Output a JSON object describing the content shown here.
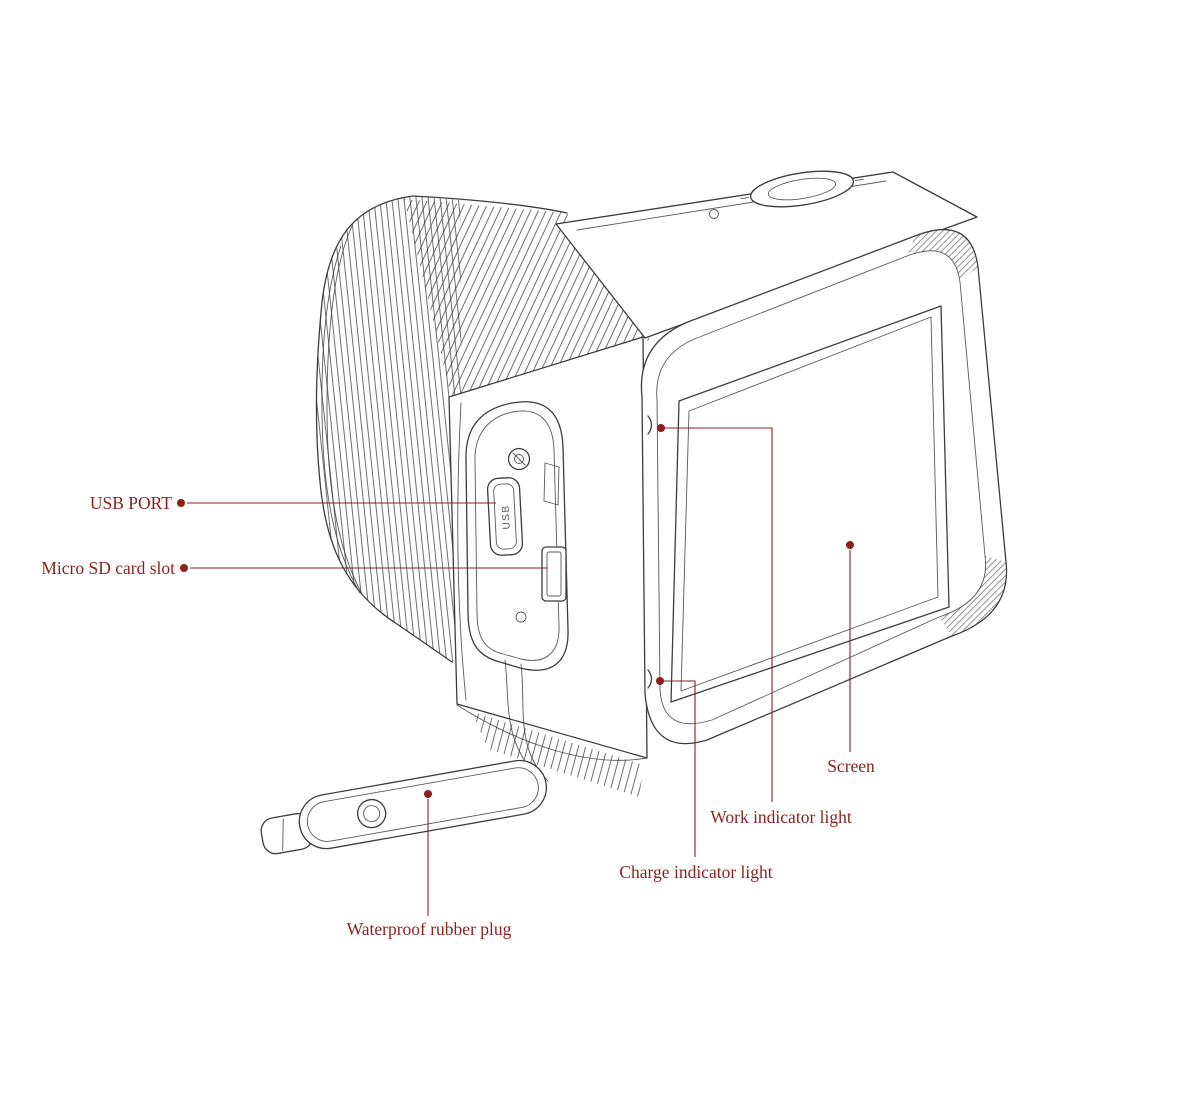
{
  "diagram": {
    "subject": "action-camera-parts-diagram",
    "colors": {
      "label": "#8e1f1f",
      "stroke": "#3d3d3d",
      "background": "#ffffff"
    },
    "port_text": "USB",
    "callouts": {
      "usb_port": {
        "label": "USB PORT"
      },
      "micro_sd": {
        "label": "Micro SD card slot"
      },
      "screen": {
        "label": "Screen"
      },
      "work_indicator": {
        "label": "Work indicator light"
      },
      "charge_indicator": {
        "label": "Charge indicator light"
      },
      "waterproof_plug": {
        "label": "Waterproof rubber plug"
      }
    }
  }
}
